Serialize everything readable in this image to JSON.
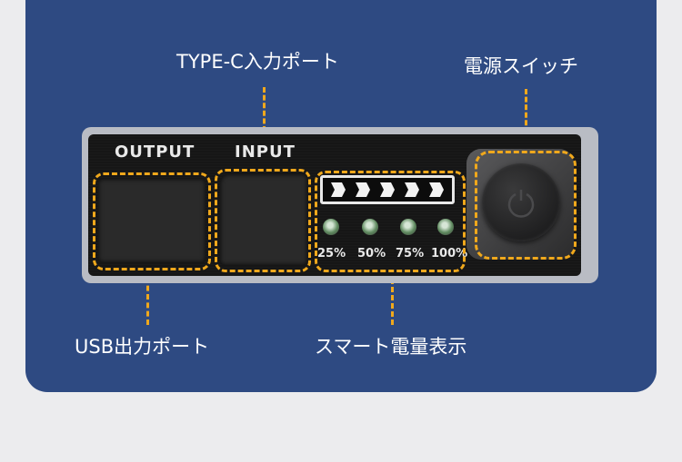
{
  "labels": {
    "typec_input": "TYPE-C入力ポート",
    "power_switch": "電源スイッチ",
    "usb_output": "USB出力ポート",
    "smart_display": "スマート電量表示"
  },
  "panel": {
    "output_text": "OUTPUT",
    "input_text": "INPUT",
    "battery_bars": 5,
    "leds": [
      {
        "label": "25%"
      },
      {
        "label": "50%"
      },
      {
        "label": "75%"
      },
      {
        "label": "100%"
      }
    ]
  },
  "colors": {
    "card_blue": "#2e4a82",
    "callout_orange": "#f0a81c",
    "page_bg": "#ececee",
    "panel_black": "#161616"
  },
  "icons": {
    "switch": "power-icon"
  }
}
